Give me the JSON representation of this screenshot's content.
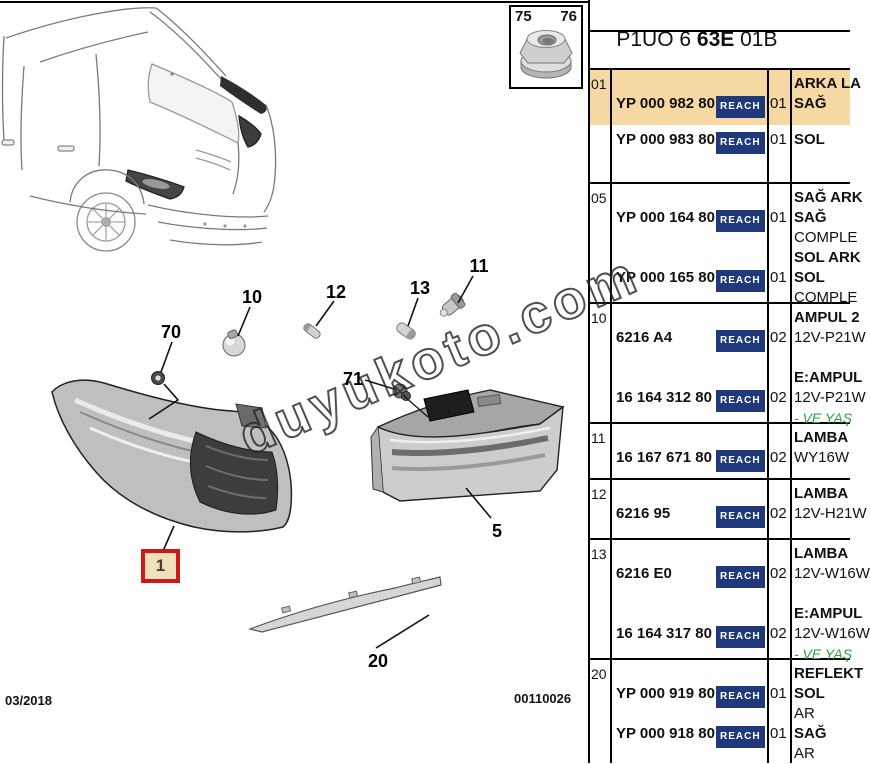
{
  "header": {
    "code_prefix": "P1UO 6 ",
    "code_bold": "63E",
    "code_suffix": " 01B"
  },
  "hardware_box": {
    "left_number": "75",
    "right_number": "76",
    "icon": "flange-nut-icon"
  },
  "diagram": {
    "watermark": "duyukoto.com",
    "date_code": "03/2018",
    "drawing_number": "00110026",
    "callouts": {
      "c70": "70",
      "c10": "10",
      "c12": "12",
      "c13": "13",
      "c11": "11",
      "c71": "71",
      "c1": "1",
      "c5": "5",
      "c20": "20"
    }
  },
  "table": {
    "reach_label": "REACH",
    "groups": [
      {
        "ref": "01",
        "h": 114,
        "highlight_h": 55,
        "lines": [
          {
            "ref": true,
            "desc": "ARKA LA",
            "b": true
          },
          {
            "part": "YP 000 982 80",
            "reach": true,
            "qty": "01",
            "desc": "SAĞ",
            "b": true
          },
          {
            "part": "YP 000 983 80",
            "reach": true,
            "qty": "01",
            "desc": "SOL",
            "b": true,
            "mt": 16
          }
        ]
      },
      {
        "ref": "05",
        "h": 120,
        "lines": [
          {
            "ref": true,
            "desc": "SAĞ ARK",
            "b": true
          },
          {
            "part": "YP 000 164 80",
            "reach": true,
            "qty": "01",
            "desc": "SAĞ",
            "b": true
          },
          {
            "desc": "COMPLE"
          },
          {
            "desc": "SOL ARK",
            "b": true
          },
          {
            "part": "YP 000 165 80",
            "reach": true,
            "qty": "01",
            "desc": "SOL",
            "b": true
          },
          {
            "desc": "COMPLE"
          }
        ]
      },
      {
        "ref": "10",
        "h": 120,
        "lines": [
          {
            "ref": true,
            "desc": "AMPUL 2",
            "b": true
          },
          {
            "part": "6216 A4",
            "reach": true,
            "qty": "02",
            "desc": "12V-P21W"
          },
          {
            "desc": "E:AMPUL",
            "b": true,
            "mt": 20
          },
          {
            "part": "16 164 312 80",
            "reach": true,
            "qty": "02",
            "desc": "12V-P21W"
          },
          {
            "desc": "- VE YAŞ",
            "green": true
          }
        ]
      },
      {
        "ref": "11",
        "h": 56,
        "lines": [
          {
            "ref": true,
            "desc": "LAMBA",
            "b": true
          },
          {
            "part": "16 167 671 80",
            "reach": true,
            "qty": "02",
            "desc": "WY16W"
          }
        ]
      },
      {
        "ref": "12",
        "h": 60,
        "lines": [
          {
            "ref": true,
            "desc": "LAMBA",
            "b": true
          },
          {
            "part": "6216 95",
            "reach": true,
            "qty": "02",
            "desc": "12V-H21W"
          }
        ]
      },
      {
        "ref": "13",
        "h": 120,
        "lines": [
          {
            "ref": true,
            "desc": "LAMBA",
            "b": true
          },
          {
            "part": "6216 E0",
            "reach": true,
            "qty": "02",
            "desc": "12V-W16W"
          },
          {
            "desc": "E:AMPUL",
            "b": true,
            "mt": 20
          },
          {
            "part": "16 164 317 80",
            "reach": true,
            "qty": "02",
            "desc": "12V-W16W"
          },
          {
            "desc": "- VE YAŞ",
            "green": true
          }
        ]
      },
      {
        "ref": "20",
        "h": 105,
        "lines": [
          {
            "ref": true,
            "desc": "REFLEKT",
            "b": true
          },
          {
            "part": "YP 000 919 80",
            "reach": true,
            "qty": "01",
            "desc": "SOL",
            "b": true
          },
          {
            "desc": "AR"
          },
          {
            "part": "YP 000 918 80",
            "reach": true,
            "qty": "01",
            "desc": "SAĞ",
            "b": true
          },
          {
            "desc": "AR"
          }
        ]
      }
    ]
  },
  "colors": {
    "highlight": "#f6d8a3",
    "reach_bg": "#20397a",
    "green_text": "#2f9e3f",
    "callout_border": "#d01818",
    "callout_bg": "#f2e0b8"
  }
}
